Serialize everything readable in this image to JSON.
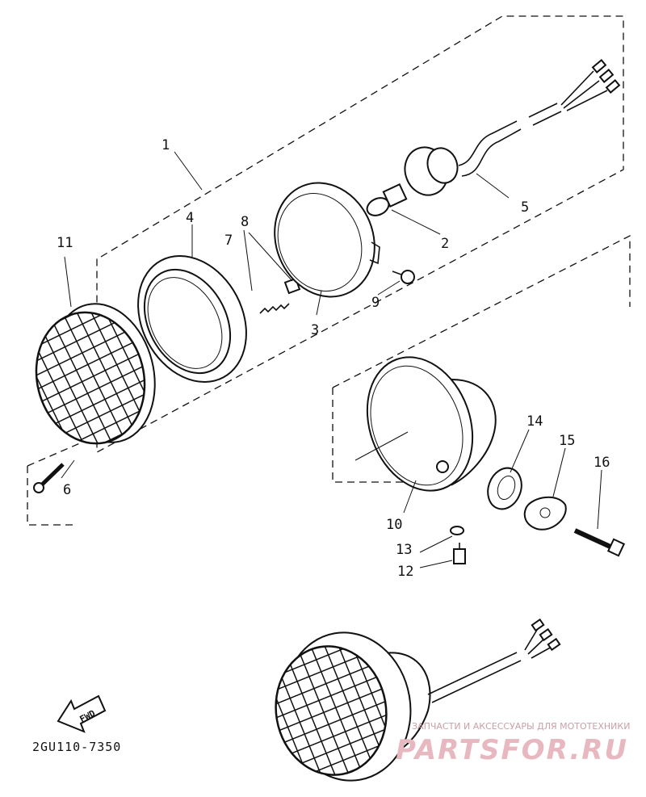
{
  "callouts": [
    {
      "id": "c1",
      "label": "1"
    },
    {
      "id": "c2",
      "label": "2"
    },
    {
      "id": "c3",
      "label": "3"
    },
    {
      "id": "c4",
      "label": "4"
    },
    {
      "id": "c5",
      "label": "5"
    },
    {
      "id": "c6",
      "label": "6"
    },
    {
      "id": "c7",
      "label": "7"
    },
    {
      "id": "c8",
      "label": "8"
    },
    {
      "id": "c9",
      "label": "9"
    },
    {
      "id": "c10",
      "label": "10"
    },
    {
      "id": "c11",
      "label": "11"
    },
    {
      "id": "c12",
      "label": "12"
    },
    {
      "id": "c13",
      "label": "13"
    },
    {
      "id": "c14",
      "label": "14"
    },
    {
      "id": "c15",
      "label": "15"
    },
    {
      "id": "c16",
      "label": "16"
    }
  ],
  "fwd_label": "FWD",
  "diagram_code": "2GU110-7350",
  "watermark": {
    "tagline": "ЗАПЧАСТИ И АКСЕССУАРЫ ДЛЯ МОТОТЕХНИКИ",
    "brand": "PARTSFOR.RU"
  }
}
